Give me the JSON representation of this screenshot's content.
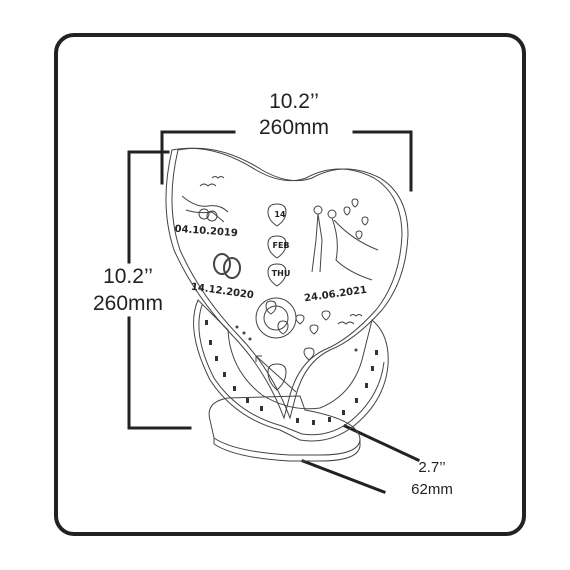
{
  "dimensions": {
    "width": {
      "inch": "10.2’’",
      "mm": "260mm"
    },
    "height": {
      "inch": "10.2’’",
      "mm": "260mm"
    },
    "depth": {
      "inch": "2.7’’",
      "mm": "62mm"
    }
  },
  "engravings": {
    "date_1": "04.10.2019",
    "date_2": "14.12.2020",
    "date_3": "24.06.2021",
    "day_number": "14",
    "month": "FEB",
    "weekday": "THU"
  },
  "colors": {
    "stroke": "#222222",
    "frame": "#222222"
  }
}
